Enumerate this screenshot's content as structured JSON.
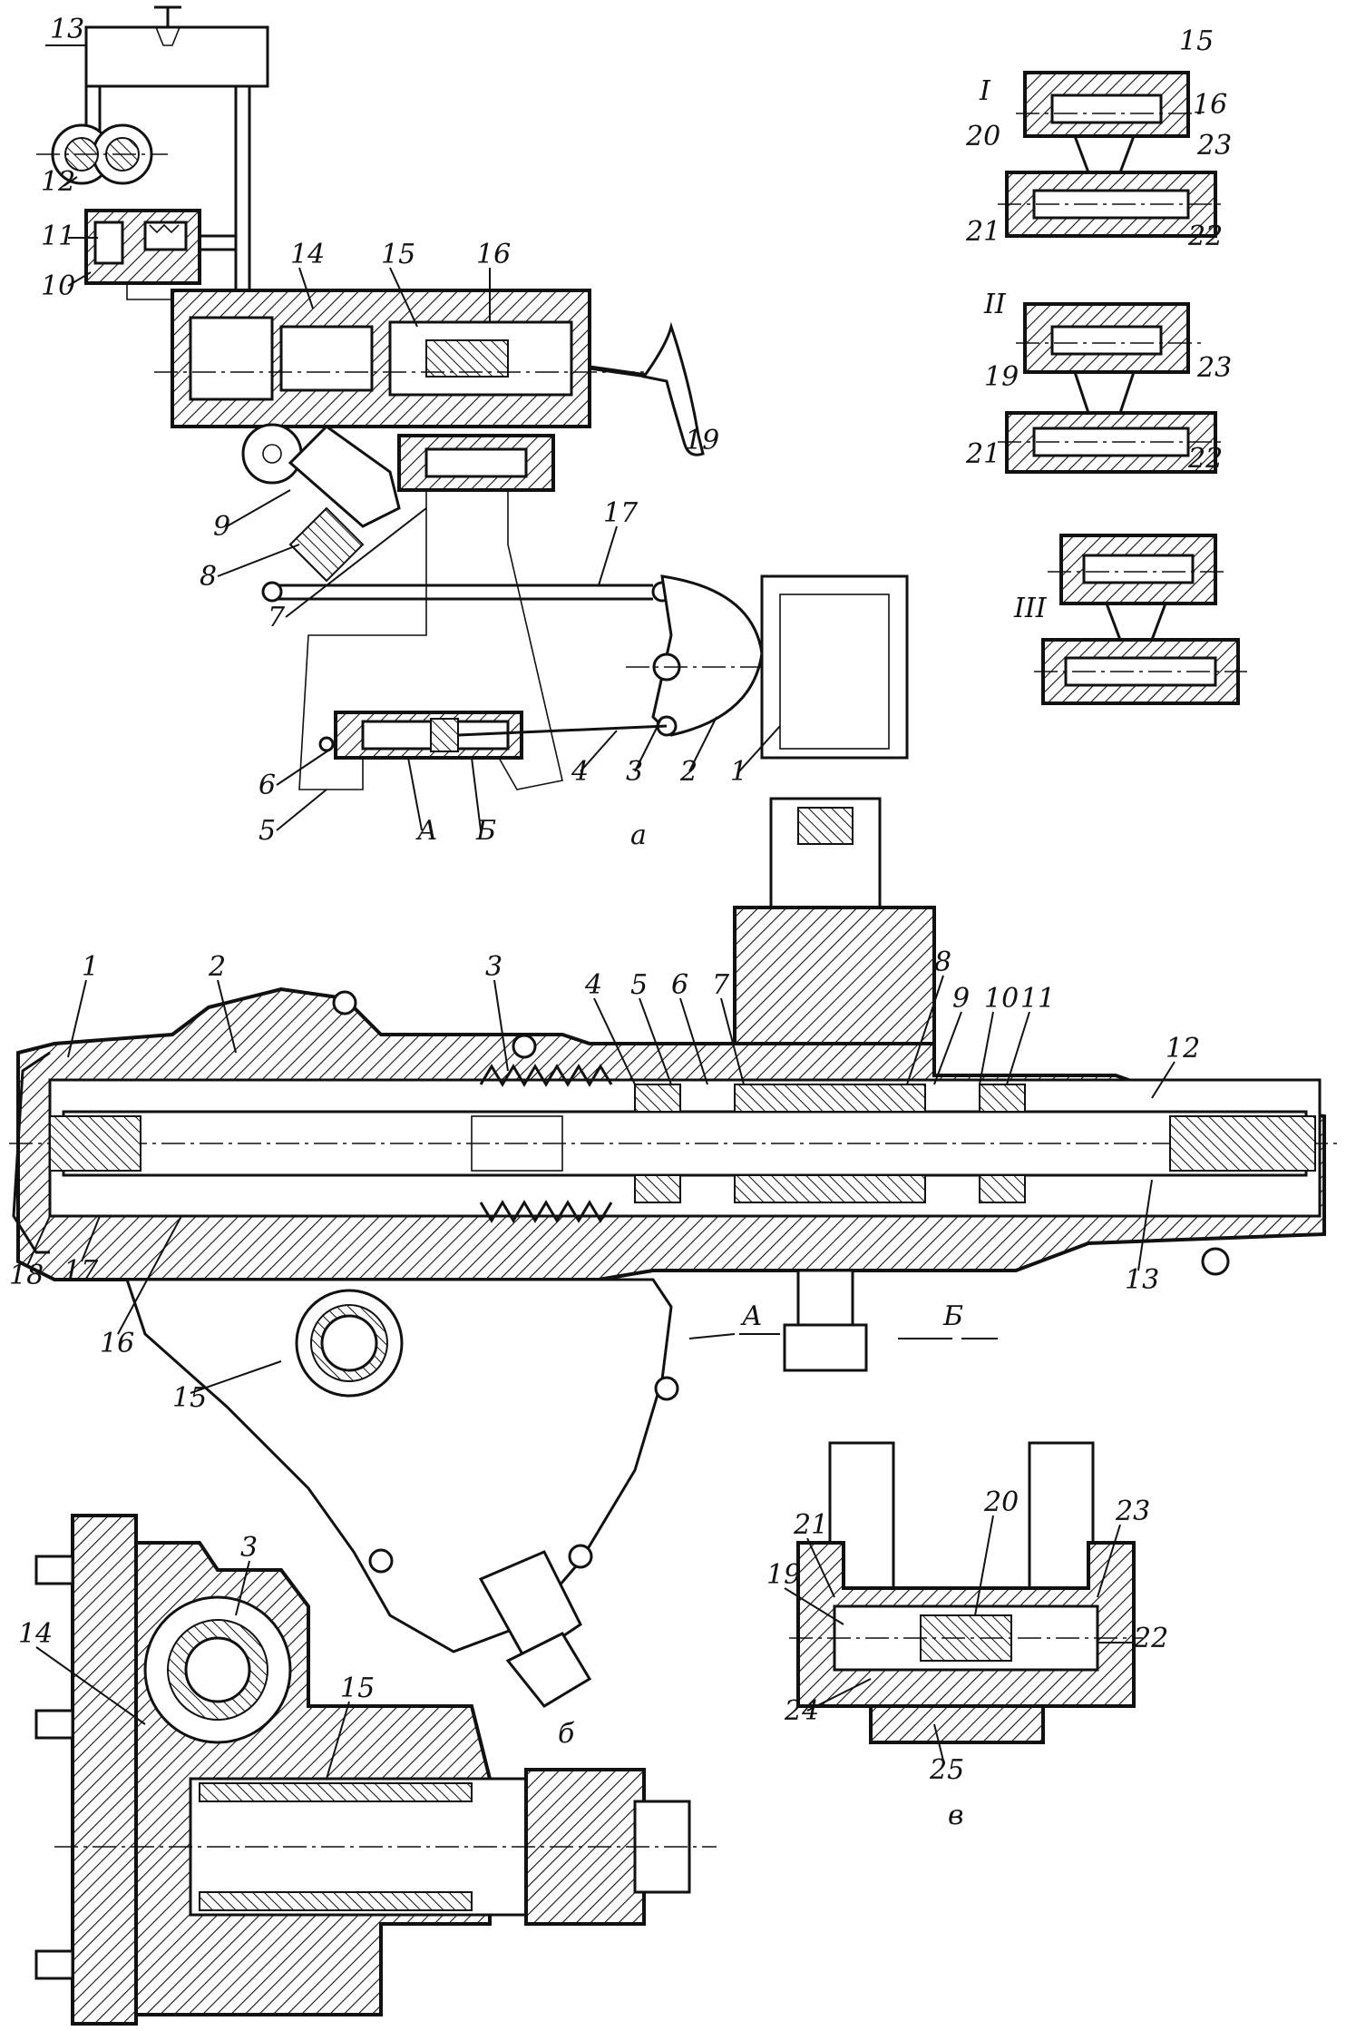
{
  "figure_labels": {
    "view_a": "а",
    "view_b": "б",
    "view_v": "в",
    "inset_I": "I",
    "inset_II": "II",
    "inset_III": "III"
  },
  "view_a": {
    "callouts": [
      "1",
      "2",
      "3",
      "4",
      "5",
      "6",
      "7",
      "8",
      "9",
      "10",
      "11",
      "12",
      "13",
      "14",
      "15",
      "16",
      "17",
      "19",
      "А",
      "Б"
    ]
  },
  "insets": {
    "I": [
      "15",
      "16",
      "20",
      "21",
      "22",
      "23"
    ],
    "II": [
      "19",
      "21",
      "22",
      "23"
    ]
  },
  "view_b": {
    "callouts_top": [
      "1",
      "2",
      "3",
      "4",
      "5",
      "6",
      "7",
      "8",
      "9",
      "10",
      "11",
      "12"
    ],
    "callouts_bottom": [
      "13",
      "15",
      "16",
      "17",
      "18"
    ],
    "gap_marks": [
      "А",
      "Б"
    ]
  },
  "view_b_side": {
    "callouts": [
      "3",
      "14",
      "15"
    ]
  },
  "view_v": {
    "callouts": [
      "19",
      "20",
      "21",
      "22",
      "23",
      "24",
      "25"
    ]
  }
}
